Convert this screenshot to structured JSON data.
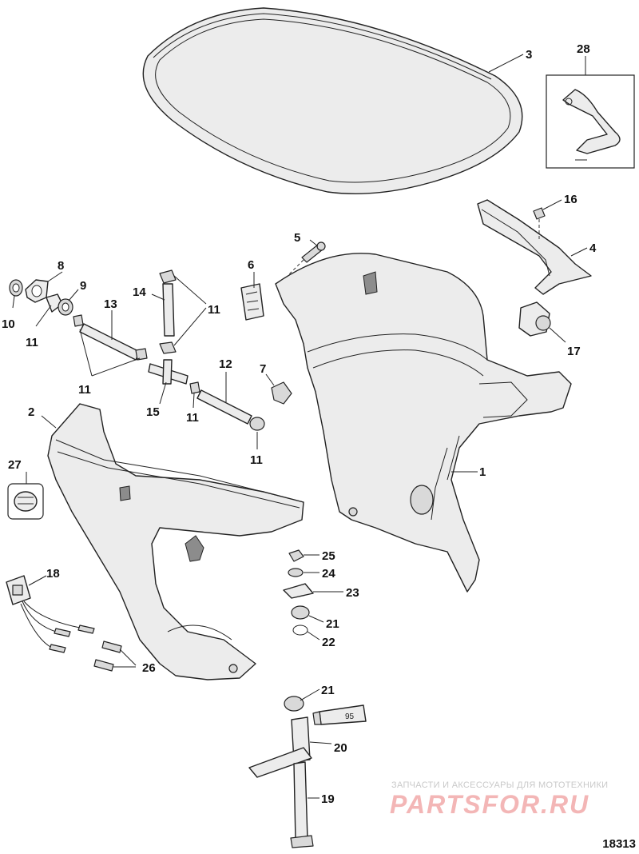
{
  "callouts": {
    "c1": "1",
    "c2": "2",
    "c3": "3",
    "c4": "4",
    "c5": "5",
    "c6": "6",
    "c7": "7",
    "c8": "8",
    "c9": "9",
    "c10": "10",
    "c11a": "11",
    "c11b": "11",
    "c11c": "11",
    "c11d": "11",
    "c11e": "11",
    "c12": "12",
    "c13": "13",
    "c14": "14",
    "c15": "15",
    "c16": "16",
    "c17": "17",
    "c18": "18",
    "c19": "19",
    "c20": "20",
    "c21a": "21",
    "c21b": "21",
    "c22": "22",
    "c23": "23",
    "c24": "24",
    "c25": "25",
    "c26": "26",
    "c27": "27",
    "c28": "28"
  },
  "tube_label": "95",
  "watermark": {
    "caption": "ЗАПЧАСТИ И АКСЕССУАРЫ ДЛЯ МОТОТЕХНИКИ",
    "logo": "PARTSFOR.RU"
  },
  "figure_number": "18313",
  "colors": {
    "line": "#222222",
    "part_fill": "#ececec",
    "watermark_red": "#f3b6b6"
  }
}
